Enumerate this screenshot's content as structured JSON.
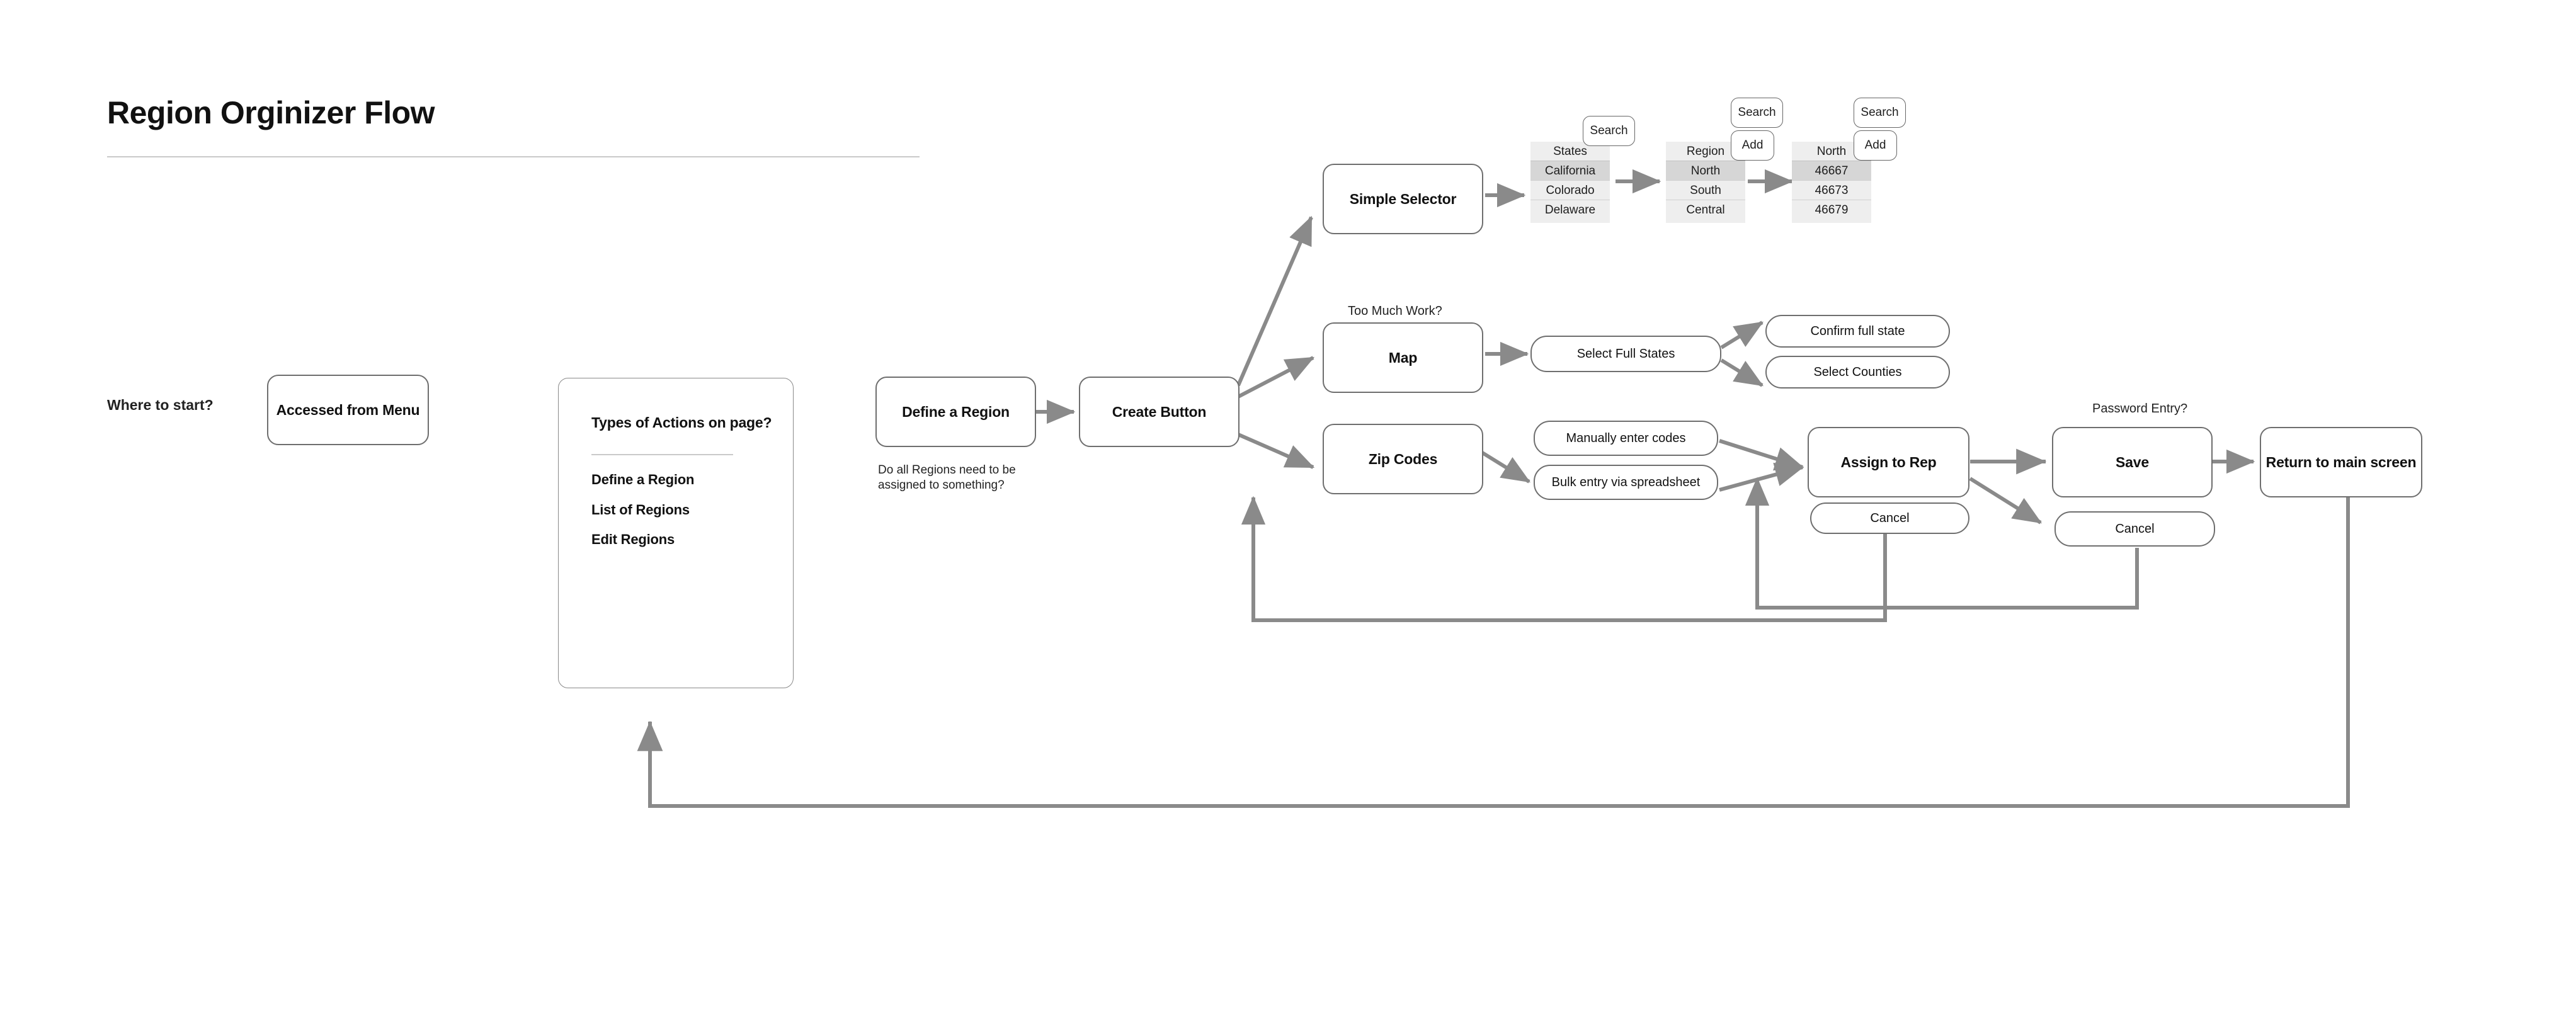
{
  "header": {
    "title": "Region Orginizer Flow"
  },
  "start": {
    "question": "Where to start?",
    "node_label": "Accessed from Menu"
  },
  "actions_panel": {
    "title": "Types of Actions on page?",
    "items": [
      "Define a Region",
      "List of Regions",
      "Edit Regions"
    ]
  },
  "define": {
    "node_label": "Define a Region",
    "note_line1": "Do all Regions need to be",
    "note_line2": "assigned to something?"
  },
  "create": {
    "node_label": "Create Button"
  },
  "branches": {
    "simple_selector": "Simple Selector",
    "map": "Map",
    "zip_codes": "Zip Codes"
  },
  "annotations": {
    "too_much_work": "Too Much Work?",
    "password_entry": "Password Entry?"
  },
  "selector_lists": [
    {
      "name": "states-list",
      "header": "States",
      "rows": [
        "California",
        "Colorado",
        "Delaware"
      ],
      "selected_index": 0,
      "buttons": [
        "Search"
      ]
    },
    {
      "name": "region-list",
      "header": "Region",
      "rows": [
        "North",
        "South",
        "Central"
      ],
      "selected_index": 0,
      "buttons": [
        "Search",
        "Add"
      ]
    },
    {
      "name": "zip-list",
      "header": "North",
      "rows": [
        "46667",
        "46673",
        "46679"
      ],
      "selected_index": 0,
      "buttons": [
        "Search",
        "Add"
      ]
    }
  ],
  "map_flow": {
    "select_full_states": "Select  Full States",
    "confirm_full_state": "Confirm full state",
    "select_counties": "Select  Counties"
  },
  "zip_flow": {
    "manual": "Manually enter codes",
    "bulk": "Bulk entry via spreadsheet"
  },
  "finish": {
    "assign": "Assign to Rep",
    "save": "Save",
    "return": "Return to main screen",
    "cancel_assign": "Cancel",
    "cancel_save": "Cancel"
  },
  "colors": {
    "stroke": "#6e6e6e",
    "arrow": "#8a8a8a",
    "list_bg": "#eeeeee",
    "list_selected": "#d6d6d6",
    "rule": "#c9c9c9"
  }
}
